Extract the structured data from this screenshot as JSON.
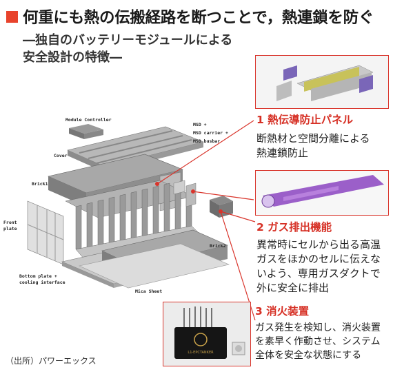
{
  "header": {
    "title": "何重にも熱の伝搬経路を断つことで，熱連鎖を防ぐ",
    "subtitle_line1": "―独自のバッテリーモジュールによる",
    "subtitle_line2": "安全設計の特徴―"
  },
  "diagram_labels": {
    "module_controller": "Module Controller",
    "msd1": "MSD +",
    "msd2": "MSD carrier +",
    "msd3": "MSD busbar",
    "cover": "Cover",
    "brick1": "Brick1",
    "front1": "Front",
    "front2": "plate",
    "bottom1": "Bottom plate +",
    "bottom2": "cooling interface",
    "brick2": "Brick2",
    "mica": "Mica Sheet"
  },
  "features": [
    {
      "title": "1 熱伝導防止パネル",
      "desc": [
        "断熱材と空間分離による",
        "熱連鎖防止"
      ]
    },
    {
      "title": "2 ガス排出機能",
      "desc": [
        "異常時にセルから出る高温",
        "ガスをほかのセルに伝えな",
        "いよう、専用ガスダクトで",
        "外に安全に排出"
      ]
    },
    {
      "title": "3 消火装置",
      "desc": [
        "ガス発生を検知し、消火装置",
        "を素早く作動させ、システム",
        "全体を安全な状態にする"
      ]
    }
  ],
  "device_brand": "L1-EPCTANKER",
  "source": "（出所）パワーエックス",
  "colors": {
    "accent": "#e8432c",
    "feature_title": "#d62f24",
    "callout_line": "#d9342b"
  }
}
